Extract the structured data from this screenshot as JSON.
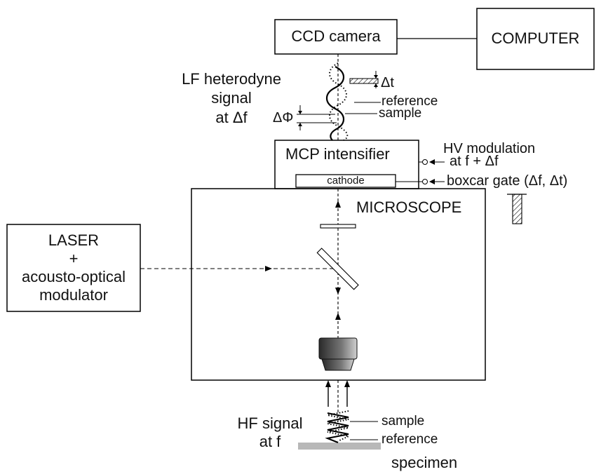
{
  "blocks": {
    "ccd_camera": "CCD camera",
    "computer": "COMPUTER",
    "mcp_intensifier": "MCP intensifier",
    "cathode": "cathode",
    "microscope": "MICROSCOPE",
    "laser_line1": "LASER",
    "laser_line2": "+",
    "laser_line3": "acousto-optical",
    "laser_line4": "modulator"
  },
  "labels": {
    "lf_line1": "LF heterodyne",
    "lf_line2": "signal",
    "lf_line3": "at Δf",
    "delta_t": "Δt",
    "lf_reference": "reference",
    "lf_sample": "sample",
    "delta_phi": "ΔΦ",
    "hv_modulation_line1": "HV modulation",
    "hv_modulation_line2": "at f + Δf",
    "boxcar_gate": "boxcar gate (Δf, Δt)",
    "hf_line1": "HF signal",
    "hf_line2": "at f",
    "hf_sample": "sample",
    "hf_reference": "reference",
    "specimen": "specimen"
  }
}
